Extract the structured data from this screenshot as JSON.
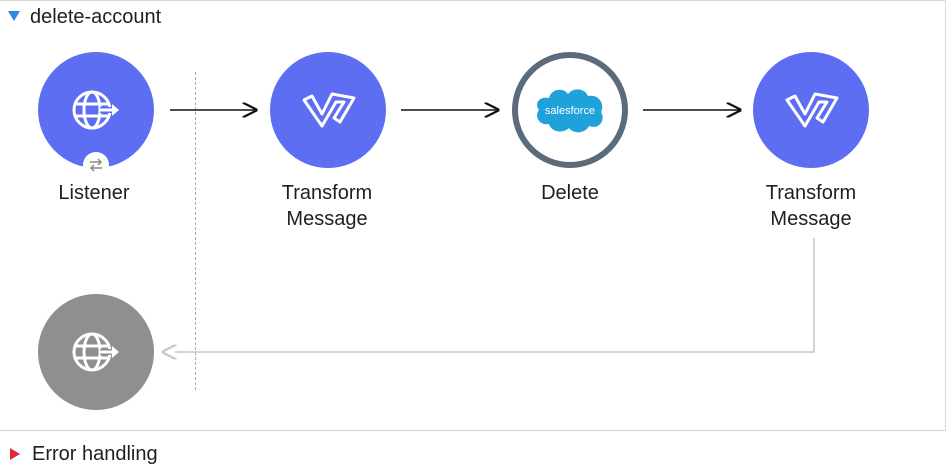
{
  "flow": {
    "name": "delete-account",
    "nodes": [
      {
        "label": "Listener",
        "icon": "http-listener-icon"
      },
      {
        "label_line1": "Transform",
        "label_line2": "Message",
        "icon": "dataweave-icon"
      },
      {
        "label": "Delete",
        "icon": "salesforce-icon",
        "logo_text": "salesforce"
      },
      {
        "label_line1": "Transform",
        "label_line2": "Message",
        "icon": "dataweave-icon"
      }
    ],
    "response_icon": "http-response-icon"
  },
  "error_handling": {
    "label": "Error handling"
  },
  "colors": {
    "node_blue": "#5d6ef2",
    "node_gray": "#8f8f8f",
    "salesforce_ring": "#5b6b79",
    "salesforce_cloud": "#1fa1d9",
    "expand_arrow": "#2f86e8",
    "error_arrow": "#e02a37"
  }
}
